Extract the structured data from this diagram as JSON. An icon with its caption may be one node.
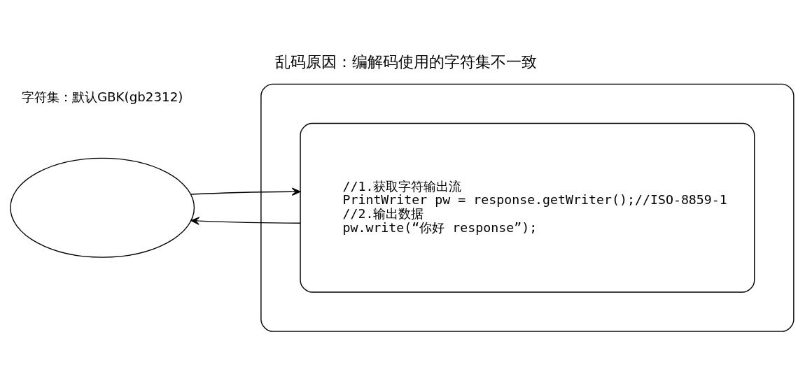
{
  "diagram": {
    "title": "乱码原因：编解码使用的字符集不一致",
    "nodes": [
      {
        "text": [],
        "shape": "ellipse"
      },
      {
        "text": [],
        "shape": "box"
      },
      {
        "text": [
          "//1.获取字符输出流",
          "PrintWriter pw = response.getWriter();//ISO-8859-1",
          "//2.输出数据",
          "pw.write(“你好 response”);"
        ],
        "in": 1
      }
    ],
    "edges": [
      {
        "from": 0,
        "to": 2,
        "arrow": "to"
      },
      {
        "from": 2,
        "to": 0,
        "arrow": "to"
      }
    ],
    "labels": [
      "字符集：默认GBK(gb2312)"
    ]
  }
}
